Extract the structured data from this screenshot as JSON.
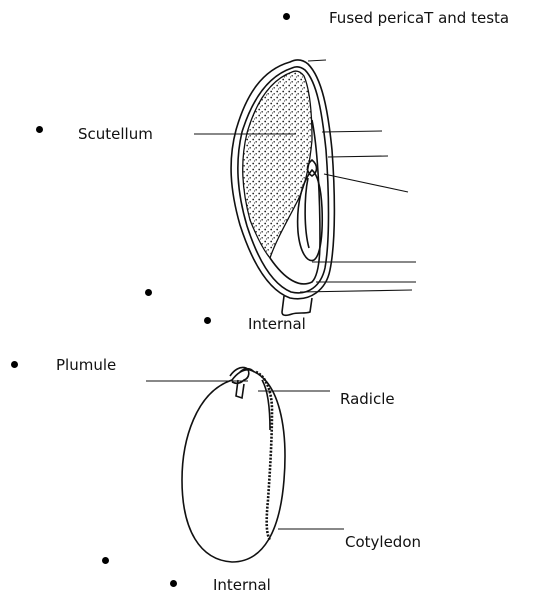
{
  "labels": {
    "fused": "Fused pericaT and testa",
    "scutellum": "Scutellum",
    "internal_top": "Internal",
    "plumule": "Plumule",
    "radicle": "Radicle",
    "cotyledon": "Cotyledon",
    "internal_bottom": "Internal"
  }
}
